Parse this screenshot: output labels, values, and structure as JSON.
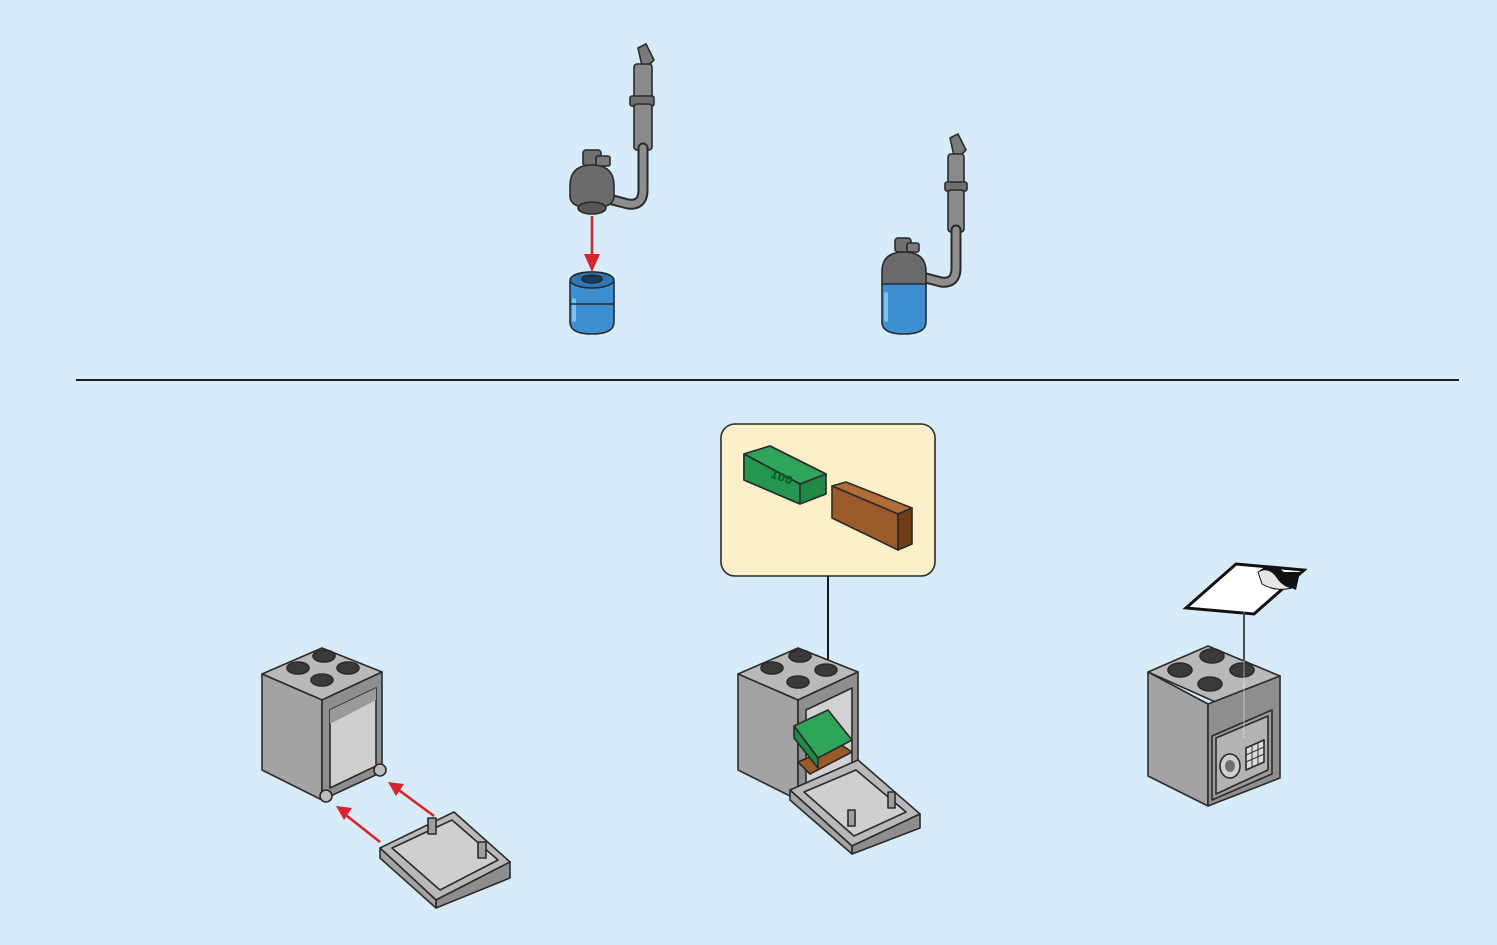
{
  "colors": {
    "background": "#d6ecfa",
    "divider": "#1c1c1c",
    "arrow_red": "#d8232a",
    "tank_blue": "#3c8fd1",
    "callout_fill": "#fdf0c8",
    "bill_green": "#2ea55a",
    "plank_brown": "#9a5a2a",
    "brick_gray": "#a8a8a8"
  },
  "steps": [
    {
      "id": "step-attach-torch-to-tank",
      "parts": [
        "torch-hose-piece",
        "blue-tank-piece"
      ],
      "action": "attach"
    },
    {
      "id": "step-torch-tank-assembled",
      "parts": [
        "gas-torch-assembly"
      ],
      "action": "result"
    },
    {
      "id": "step-attach-door-to-brick",
      "parts": [
        "container-brick",
        "door-piece"
      ],
      "action": "attach"
    },
    {
      "id": "step-insert-cash-and-plank",
      "parts": [
        "cash-tile",
        "brown-plank"
      ],
      "action": "insert"
    },
    {
      "id": "step-apply-safe-sticker",
      "parts": [
        "sticker-sheet",
        "safe-brick"
      ],
      "action": "apply-sticker"
    }
  ],
  "callout": {
    "bill_label": "100"
  },
  "icons": [
    "red-arrow-icon",
    "black-arrow-icon"
  ]
}
